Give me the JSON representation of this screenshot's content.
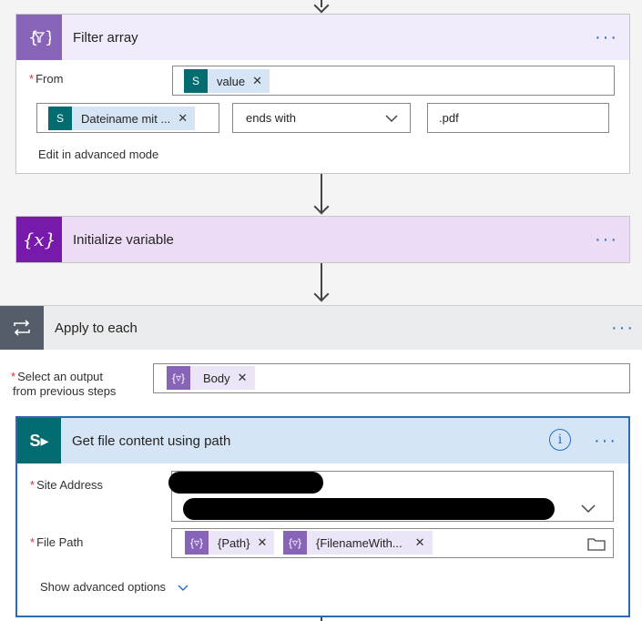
{
  "filter_array": {
    "title": "Filter array",
    "from_label": "From",
    "from_token": "value",
    "left_token": "Dateiname mit ...",
    "operator": "ends with",
    "right_value": ".pdf",
    "advanced_link": "Edit in advanced mode"
  },
  "init_variable": {
    "title": "Initialize variable"
  },
  "apply_each": {
    "title": "Apply to each",
    "select_label_1": "Select an output",
    "select_label_2": "from previous steps",
    "body_token": "Body"
  },
  "get_file": {
    "title": "Get file content using path",
    "site_label": "Site Address",
    "path_label": "File Path",
    "path_token_1": "{Path}",
    "path_token_2": "{FilenameWith...",
    "show_advanced": "Show advanced options"
  },
  "colors": {
    "filter_header": "#f1ebfb",
    "filter_icon": "#8764b8",
    "variable_header": "#ecdcf5",
    "variable_icon": "#7719aa",
    "apply_header": "#e9ebed",
    "apply_icon": "#545e6b",
    "getfile_header": "#d6e5f5",
    "sharepoint": "#036c70",
    "accent": "#1f6fcf"
  }
}
